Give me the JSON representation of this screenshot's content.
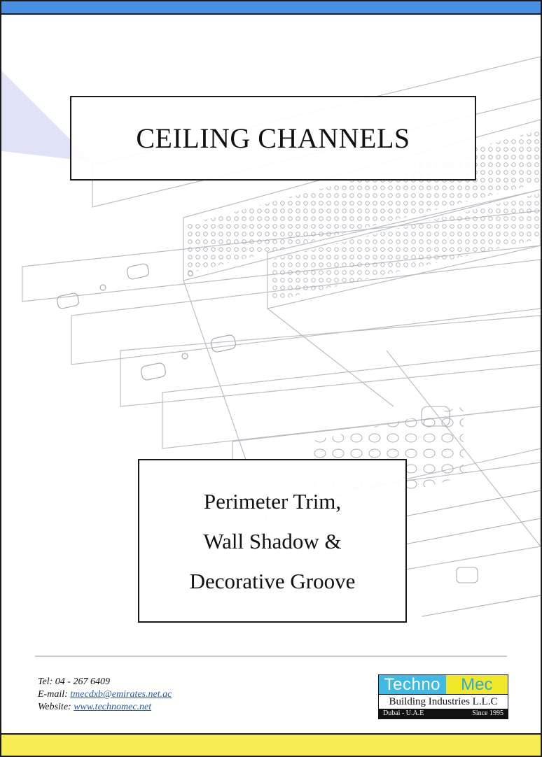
{
  "cover": {
    "title": "CEILING CHANNELS",
    "subtitle_lines": [
      "Perimeter Trim,",
      "Wall Shadow &",
      "Decorative Groove"
    ]
  },
  "contact": {
    "tel_label": "Tel:",
    "tel": "04 - 267 6409",
    "email_label": "E-mail:",
    "email": "tmecdxb@emirates.net.ac",
    "website_label": "Website:",
    "website": "www.technomec.net"
  },
  "logo": {
    "word1": "Techno",
    "word2": "Mec",
    "company": "Building Industries L.L.C",
    "location": "Dubai - U.A.E",
    "since": "Since 1995"
  },
  "colors": {
    "top_band": "#4a90e2",
    "bottom_band": "#f7ee55",
    "logo_blue": "#3fb9e6",
    "logo_yellow": "#f2e82a"
  },
  "icons": [
    "ceiling-channel-illustration"
  ]
}
